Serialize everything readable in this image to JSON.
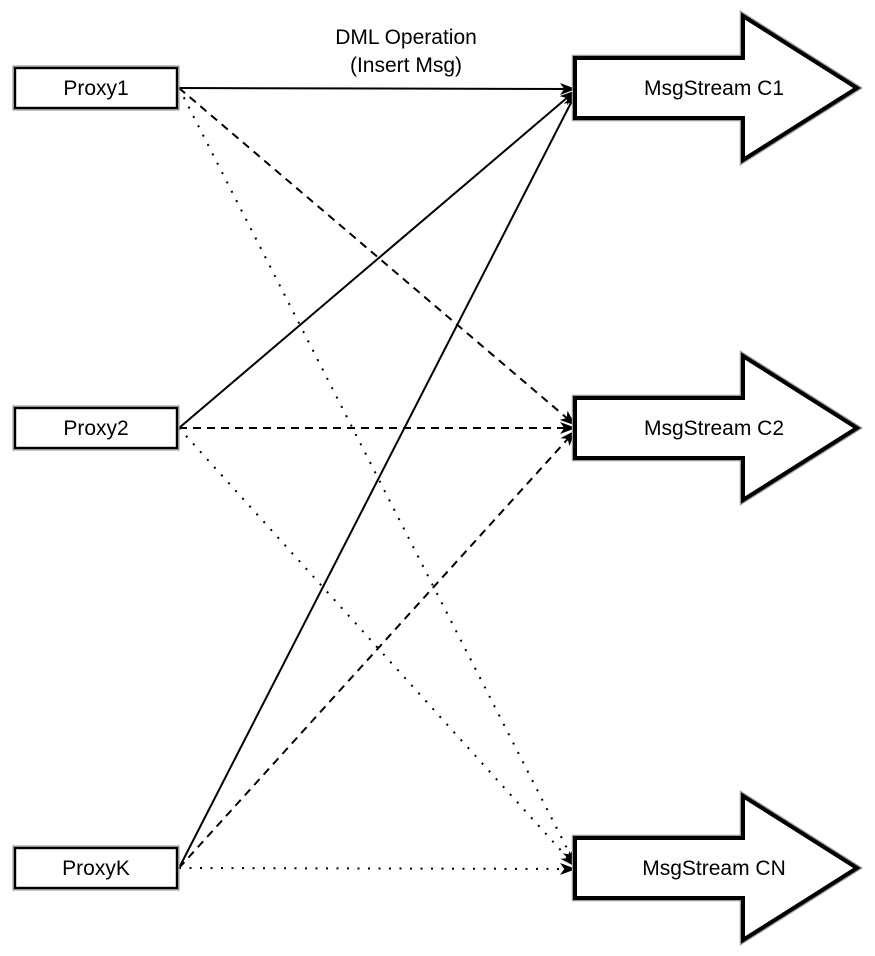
{
  "diagram": {
    "background_color": "#ffffff",
    "stroke_color": "#000000",
    "edge_label": {
      "line1": "DML Operation",
      "line2": "(Insert Msg)"
    },
    "proxies": [
      {
        "label": "Proxy1"
      },
      {
        "label": "Proxy2"
      },
      {
        "label": "ProxyK"
      }
    ],
    "streams": [
      {
        "label": "MsgStream C1",
        "incoming_edge_style": "solid"
      },
      {
        "label": "MsgStream C2",
        "incoming_edge_style": "dashed"
      },
      {
        "label": "MsgStream CN",
        "incoming_edge_style": "dotted"
      }
    ],
    "edges": [
      {
        "from": "Proxy1",
        "to": "MsgStream C1",
        "style": "solid",
        "label": "DML Operation (Insert Msg)"
      },
      {
        "from": "Proxy2",
        "to": "MsgStream C1",
        "style": "solid"
      },
      {
        "from": "ProxyK",
        "to": "MsgStream C1",
        "style": "solid"
      },
      {
        "from": "Proxy1",
        "to": "MsgStream C2",
        "style": "dashed"
      },
      {
        "from": "Proxy2",
        "to": "MsgStream C2",
        "style": "dashed"
      },
      {
        "from": "ProxyK",
        "to": "MsgStream C2",
        "style": "dashed"
      },
      {
        "from": "Proxy1",
        "to": "MsgStream CN",
        "style": "dotted"
      },
      {
        "from": "Proxy2",
        "to": "MsgStream CN",
        "style": "dotted"
      },
      {
        "from": "ProxyK",
        "to": "MsgStream CN",
        "style": "dotted"
      }
    ]
  }
}
